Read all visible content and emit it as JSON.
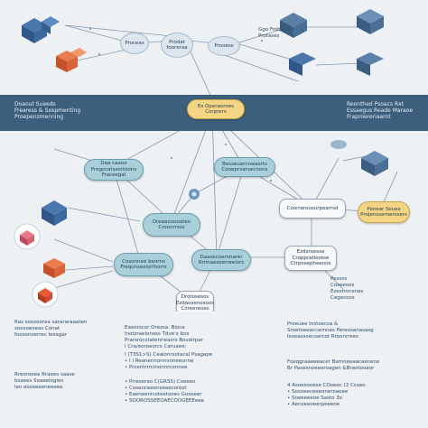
{
  "top_nodes": {
    "node_a": "Proceas",
    "node_b": "Prodat\nfooreraa",
    "node_c": "Prooess",
    "node_d": "Ggo Frobcoss\nProtases"
  },
  "band1": {
    "left": "Doaout Sueeds\nFrearess & Sxepmenting\nProepenzmenning",
    "center": "Es Operaoroes\nCorprers",
    "right": "Reonthed Psoacs Rxt\nEssaegus Reade Maraoe\nFraproereriaarnt"
  },
  "middle_nodes": {
    "m1": "Daa caaoo\nProgccatsesrtoons\nFraceegal",
    "m2": "Besseuannseasrts\nCooeprvarsecnons",
    "m3": "Coorrarousurpearrsd",
    "m4": "Ponear Soues\nProjenssernerssers",
    "m5": "Oreaaooooateo\nCroonrrsss",
    "m6": "Cosonnee beorns\nFrequnsesiorthorrs",
    "m7": "Daasecoernnarer\nRrimaesoerreeiors",
    "m8": "Ezdsroesse\nCroppratiorese\nCtrposepheenos",
    "m9": "Drotosesos\nEzdaosenosoos\nCoreereoas",
    "m10": "Pessos\nCoseeoos\nEzestronsnes\nCegecoos"
  },
  "band2": {
    "left": "Ras soosoorea sarararaaaten\nsoosoeoeas Conat\nfoosonoerrec Iesagar",
    "center_1": "Eaeorscor Orezsa. Bioce\nlnotzraelonoss Tdve'x bos\nPrarsrocstatenrieasrs Bovalrpar\nI Cra/eoroeorcs Caruaee:",
    "right": "Proeuee Instoecsa &\nSroetoeeaccarnnes Pereosanasasg\nIsoeassoecsarcot Rroonrrees",
    "center_2": "I (T3S1>S) Cealonrsotacal Psagape\n• I I Reanennonnvoneesnne\n• Prcentrrrcinonnrconnee",
    "right_2": "Foeqgraaeeeacer Bamneeaacaeceno\nBr Pasesnoeeoroagen &Braotooaor"
  },
  "bottom_notes": {
    "left": "Rreoroeee Rraees saase\nbsaees Soaeelogies\nleo eosoeeeneeeee",
    "center": "• Prresorao C(GRSS) Coeeeo\n• Cosenceeonseeecorest\n• Eaeneenicoteetooes Gooseer\n• SOOROSSEEOAECOOGEEEeee",
    "right": "4 Asoesooese COoeec (2 Ccseo\n• Sosoeeceeeoneroaoee\n• Soeeeeeoe Sasto 3o\n• Aecoeeoeerpeeeoe"
  },
  "colors": {
    "band": "#3c5f7d",
    "teal": "#a9cfd9",
    "yellow": "#f3d584",
    "background": "#eef1f4"
  }
}
